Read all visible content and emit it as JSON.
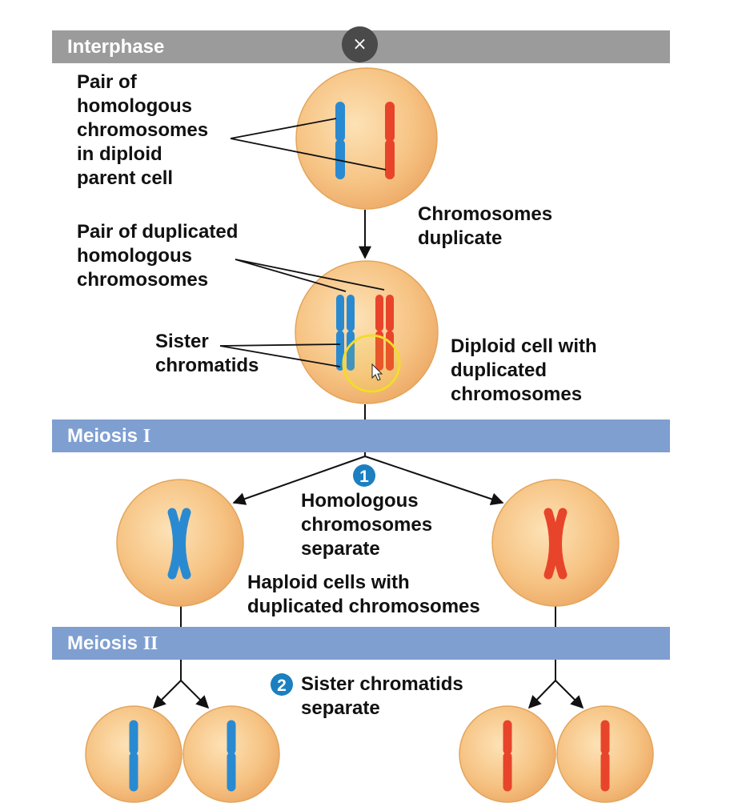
{
  "phases": {
    "interphase": "Interphase",
    "meiosis1": {
      "word": "Meiosis",
      "numeral": "I"
    },
    "meiosis2": {
      "word": "Meiosis",
      "numeral": "II"
    }
  },
  "close_icon": "×",
  "labels": {
    "pair_homologous": "Pair of\nhomologous\nchromosomes\nin diploid\nparent cell",
    "chromosomes_duplicate": "Chromosomes\nduplicate",
    "pair_duplicated": "Pair of duplicated\nhomologous\nchromosomes",
    "sister_chromatids": "Sister\nchromatids",
    "diploid_cell": "Diploid cell with\nduplicated\nchromosomes",
    "homologous_separate": "Homologous\nchromosomes\nseparate",
    "haploid_cells": "Haploid cells with\nduplicated chromosomes",
    "sister_separate": "Sister chromatids\nseparate"
  },
  "steps": {
    "step1": "1",
    "step2": "2"
  },
  "colors": {
    "cell_fill": "#f6c383",
    "cell_stroke": "#e2a55c",
    "chromosome_blue": "#2a8ad1",
    "chromosome_red": "#e8442b",
    "band_gray": "#9b9b9b",
    "band_blue": "#7f9fd1",
    "step_badge": "#1b7fc0",
    "cursor_highlight": "#f2dc2a"
  },
  "icons": {
    "close": "close-icon",
    "cursor": "mouse-pointer-icon"
  }
}
